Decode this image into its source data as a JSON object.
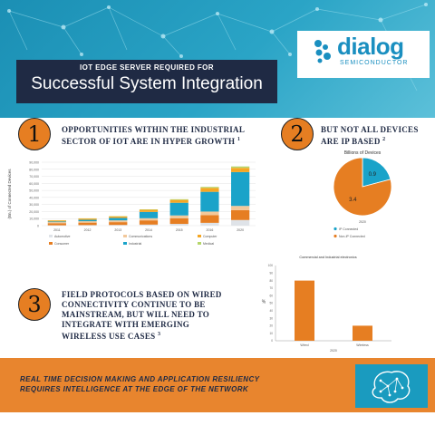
{
  "header": {
    "title_top": "IOT EDGE SERVER REQUIRED FOR",
    "title_main": "Successful System Integration"
  },
  "logo": {
    "name": "dialog",
    "sub": "SEMICONDUCTOR"
  },
  "sections": {
    "s1": {
      "number": "1",
      "text_line1": "OPPORTUNITIES WITHIN THE INDUSTRIAL",
      "text_line2": "SECTOR OF IOT ARE IN HYPER GROWTH ",
      "footnote": "1"
    },
    "s2": {
      "number": "2",
      "text_line1": "BUT NOT ALL DEVICES",
      "text_line2": "ARE IP BASED ",
      "footnote": "2"
    },
    "s3": {
      "number": "3",
      "text_line1": "FIELD PROTOCOLS BASED ON WIRED",
      "text_line2": "CONNECTIVITY CONTINUE TO BE",
      "text_line3": "MAINSTREAM, BUT WILL NEED TO",
      "text_line4": "INTEGRATE WITH EMERGING",
      "text_line5": "WIRELESS USE CASES ",
      "footnote": "3"
    }
  },
  "footer": {
    "line1": "REAL TIME DECISION MAKING AND APPLICATION RESILIENCY",
    "line2": "REQUIRES INTELLIGENCE AT THE EDGE OF THE NETWORK"
  },
  "colors": {
    "automotive": "#dfe3e8",
    "consumer": "#e67e22",
    "communications": "#f2c89a",
    "industrial": "#1aa3c9",
    "computer": "#f5a623",
    "medical": "#b5d66a",
    "footer": "#e8852e",
    "title_bg": "#1f2a44"
  },
  "icons": {
    "logo": "dialog-logo-icon",
    "brain": "brain-circuit-icon"
  },
  "chart_data": [
    {
      "type": "bar",
      "stacked": true,
      "ylabel": "(Bn.) of Connected Devices",
      "ylim": [
        0,
        90000
      ],
      "yticks": [
        "0",
        "10,000",
        "20,000",
        "30,000",
        "40,000",
        "50,000",
        "60,000",
        "70,000",
        "80,000",
        "90,000"
      ],
      "categories": [
        "2011",
        "2012",
        "2013",
        "2014",
        "2015",
        "2016",
        "2020"
      ],
      "series": [
        {
          "name": "Automotive",
          "color": "#dfe3e8",
          "values": [
            500,
            800,
            1000,
            1500,
            2500,
            4000,
            8000
          ]
        },
        {
          "name": "Consumer",
          "color": "#e67e22",
          "values": [
            3000,
            3500,
            4000,
            6000,
            8000,
            11000,
            14000
          ]
        },
        {
          "name": "Communications",
          "color": "#f2c89a",
          "values": [
            1500,
            2000,
            2500,
            3000,
            4000,
            5000,
            6000
          ]
        },
        {
          "name": "Industrial",
          "color": "#1aa3c9",
          "values": [
            1000,
            2000,
            3500,
            9000,
            18000,
            28000,
            48000
          ]
        },
        {
          "name": "Computer",
          "color": "#f5a623",
          "values": [
            1500,
            1800,
            2200,
            3000,
            4000,
            5500,
            6000
          ]
        },
        {
          "name": "Medical",
          "color": "#b5d66a",
          "values": [
            200,
            300,
            400,
            600,
            1000,
            1500,
            2000
          ]
        }
      ],
      "legend": [
        "Automotive",
        "Communications",
        "Computer",
        "Consumer",
        "Industrial",
        "Medical"
      ],
      "legend_position": "bottom"
    },
    {
      "type": "pie",
      "title": "Billions of Devices",
      "xlabel": "2020",
      "slices": [
        {
          "name": "IP Connected",
          "value": 0.9,
          "label": "0.9",
          "color": "#1aa3c9"
        },
        {
          "name": "Non-IP Connected",
          "value": 3.4,
          "label": "3.4",
          "color": "#e67e22"
        }
      ],
      "legend_position": "bottom"
    },
    {
      "type": "bar",
      "title": "Commercial and Industrial electronics",
      "xlabel": "2020",
      "ylabel": "%",
      "ylim": [
        0,
        100
      ],
      "yticks": [
        "0",
        "10",
        "20",
        "30",
        "40",
        "50",
        "60",
        "70",
        "80",
        "90",
        "100"
      ],
      "categories": [
        "Wired",
        "Wireless"
      ],
      "values": [
        80,
        20
      ],
      "color": "#e67e22"
    }
  ]
}
